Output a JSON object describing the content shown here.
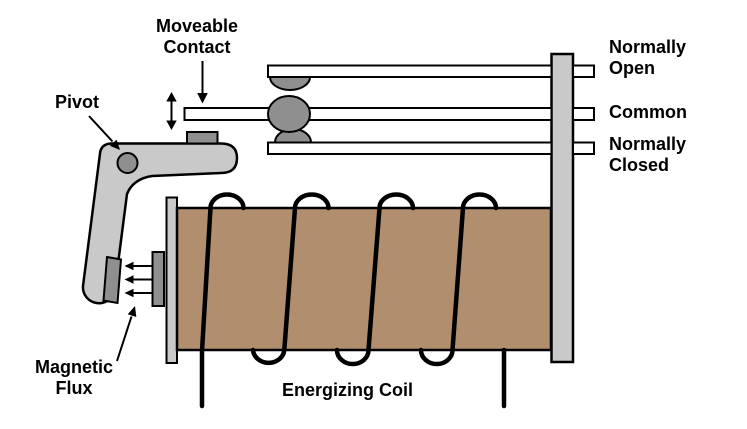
{
  "diagram": {
    "labels": {
      "moveable_contact": "Moveable\nContact",
      "pivot": "Pivot",
      "normally_open": "Normally\nOpen",
      "common": "Common",
      "normally_closed": "Normally\nClosed",
      "magnetic_flux": "Magnetic\nFlux",
      "energizing_coil": "Energizing Coil"
    },
    "colors": {
      "background": "#ffffff",
      "outline": "#000000",
      "coil_body": "#b18e6d",
      "metal_light": "#c9c9c9",
      "metal_dark": "#8f8f8f",
      "contact_fill": "#8f8f8f",
      "bar_fill": "#ffffff",
      "wire": "#000000",
      "text": "#000000"
    }
  }
}
